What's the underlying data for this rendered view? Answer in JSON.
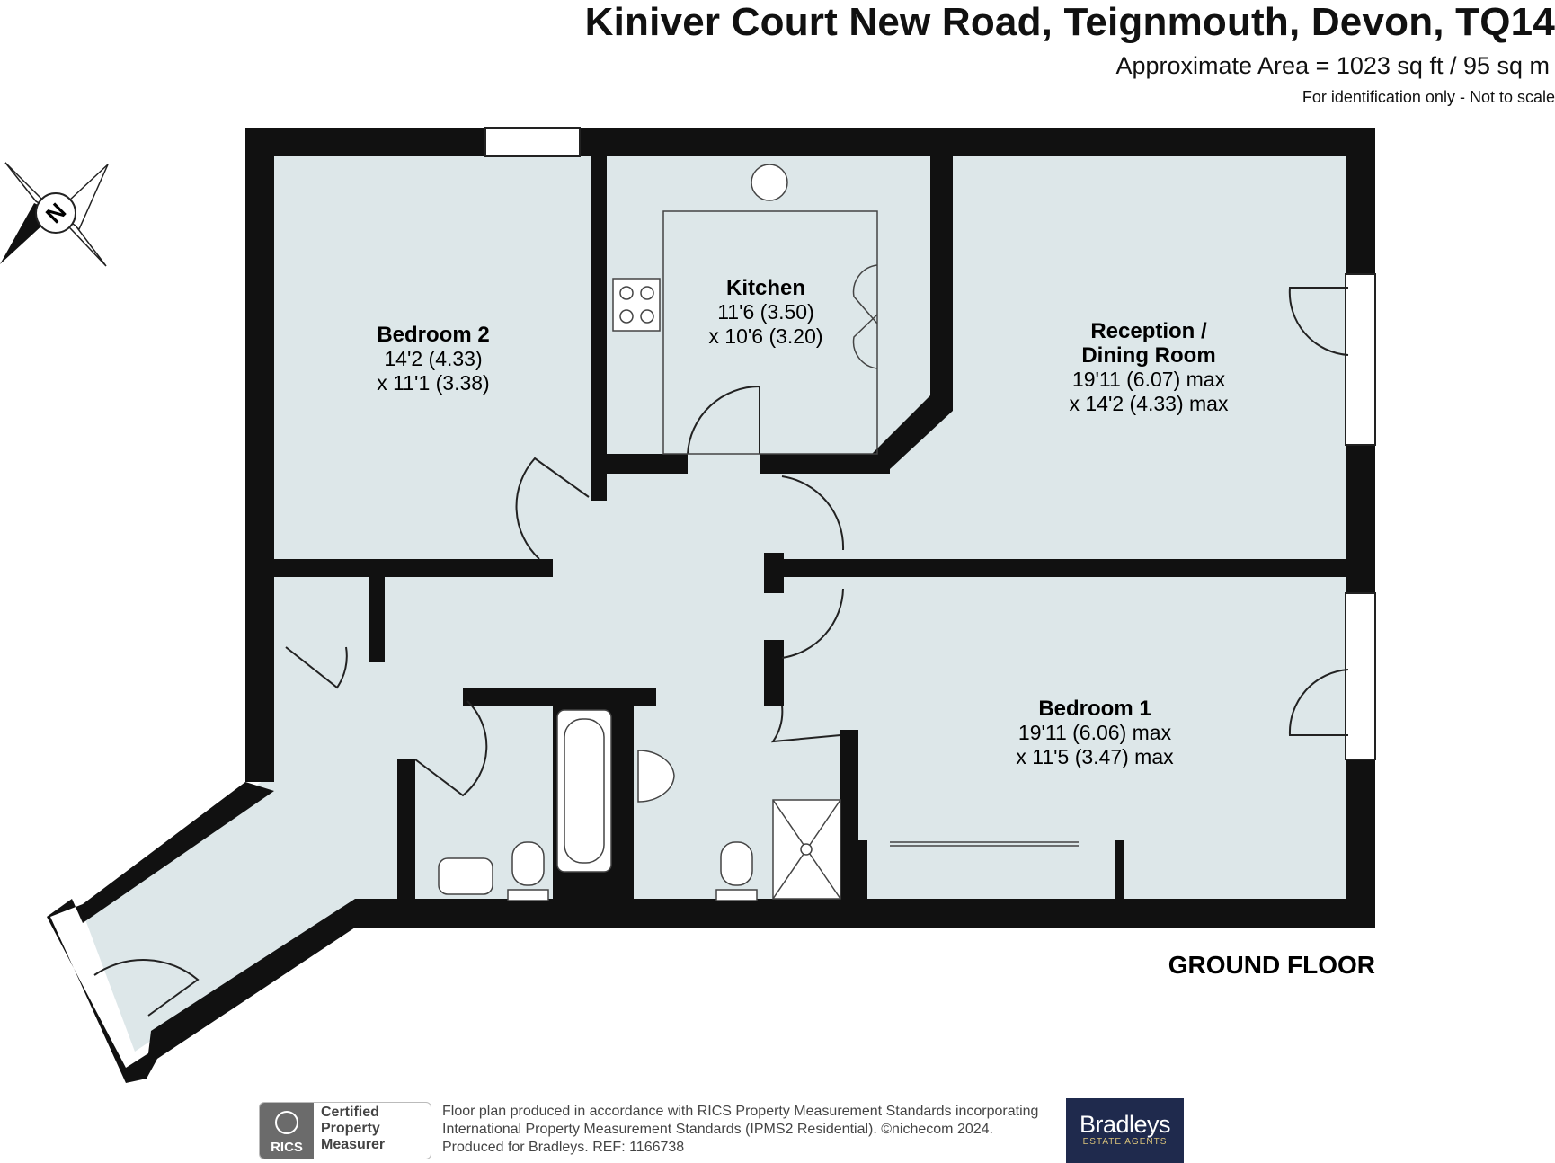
{
  "header": {
    "title": "Kiniver Court New Road, Teignmouth, Devon, TQ14",
    "area": "Approximate Area = 1023 sq ft / 95 sq m",
    "note": "For identification only - Not to scale"
  },
  "compass": {
    "label": "N"
  },
  "rooms": {
    "bedroom2": {
      "name": "Bedroom 2",
      "dim1": "14'2 (4.33)",
      "dim2": "x 11'1 (3.38)"
    },
    "kitchen": {
      "name": "Kitchen",
      "dim1": "11'6 (3.50)",
      "dim2": "x 10'6 (3.20)"
    },
    "reception": {
      "name1": "Reception /",
      "name2": "Dining Room",
      "dim1": "19'11 (6.07) max",
      "dim2": "x 14'2 (4.33) max"
    },
    "bedroom1": {
      "name": "Bedroom 1",
      "dim1": "19'11 (6.06) max",
      "dim2": "x 11'5 (3.47) max"
    }
  },
  "floor_label": "GROUND FLOOR",
  "footer": {
    "rics": {
      "logo_text": "RICS",
      "line1": "Certified",
      "line2": "Property",
      "line3": "Measurer"
    },
    "text_line1": "Floor plan produced in accordance with RICS Property Measurement Standards incorporating",
    "text_line2": "International Property Measurement Standards (IPMS2 Residential).  ©nichecom 2024.",
    "text_line3": "Produced for Bradleys.   REF: 1166738",
    "agent": {
      "name": "Bradleys",
      "tagline": "ESTATE AGENTS"
    }
  },
  "colors": {
    "wall": "#111111",
    "floor": "#dde7e9",
    "agent_bg": "#1f2a4d",
    "agent_gold": "#d9c27a"
  }
}
